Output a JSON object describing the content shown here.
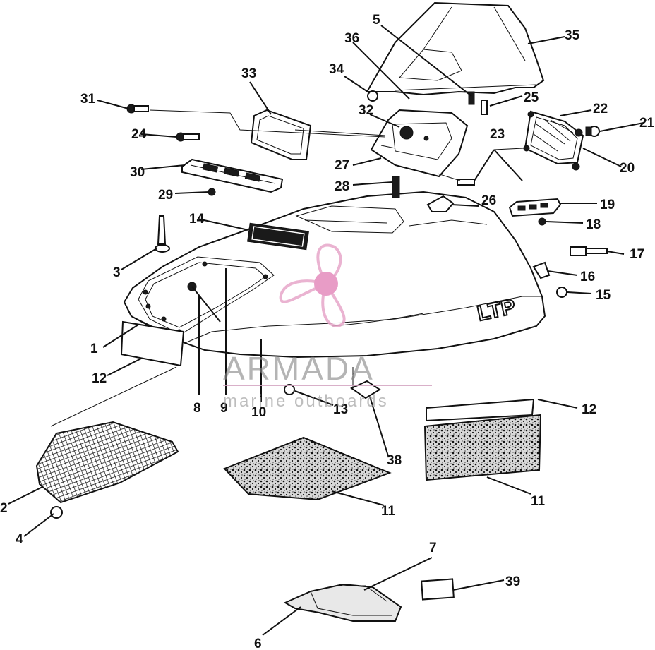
{
  "watermark": {
    "brand": "ARMADA",
    "tagline": "marine outboards",
    "logo_colors": {
      "petal": "#e7a6c9",
      "center": "#e58bbd"
    }
  },
  "hood_lettering": "LTP",
  "callouts": [
    {
      "id": "c1",
      "label": "1"
    },
    {
      "id": "c2",
      "label": "2"
    },
    {
      "id": "c3",
      "label": "3"
    },
    {
      "id": "c4",
      "label": "4"
    },
    {
      "id": "c5",
      "label": "5"
    },
    {
      "id": "c6",
      "label": "6"
    },
    {
      "id": "c7",
      "label": "7"
    },
    {
      "id": "c8",
      "label": "8"
    },
    {
      "id": "c9",
      "label": "9"
    },
    {
      "id": "c10",
      "label": "10"
    },
    {
      "id": "c11a",
      "label": "11"
    },
    {
      "id": "c11b",
      "label": "11"
    },
    {
      "id": "c12a",
      "label": "12"
    },
    {
      "id": "c12b",
      "label": "12"
    },
    {
      "id": "c13",
      "label": "13"
    },
    {
      "id": "c14",
      "label": "14"
    },
    {
      "id": "c15",
      "label": "15"
    },
    {
      "id": "c16",
      "label": "16"
    },
    {
      "id": "c17",
      "label": "17"
    },
    {
      "id": "c18",
      "label": "18"
    },
    {
      "id": "c19",
      "label": "19"
    },
    {
      "id": "c20",
      "label": "20"
    },
    {
      "id": "c21",
      "label": "21"
    },
    {
      "id": "c22",
      "label": "22"
    },
    {
      "id": "c23",
      "label": "23"
    },
    {
      "id": "c24",
      "label": "24"
    },
    {
      "id": "c25",
      "label": "25"
    },
    {
      "id": "c26",
      "label": "26"
    },
    {
      "id": "c27",
      "label": "27"
    },
    {
      "id": "c28",
      "label": "28"
    },
    {
      "id": "c29",
      "label": "29"
    },
    {
      "id": "c30",
      "label": "30"
    },
    {
      "id": "c31",
      "label": "31"
    },
    {
      "id": "c32",
      "label": "32"
    },
    {
      "id": "c33",
      "label": "33"
    },
    {
      "id": "c34",
      "label": "34"
    },
    {
      "id": "c35",
      "label": "35"
    },
    {
      "id": "c36",
      "label": "36"
    },
    {
      "id": "c38",
      "label": "38"
    },
    {
      "id": "c39",
      "label": "39"
    }
  ]
}
